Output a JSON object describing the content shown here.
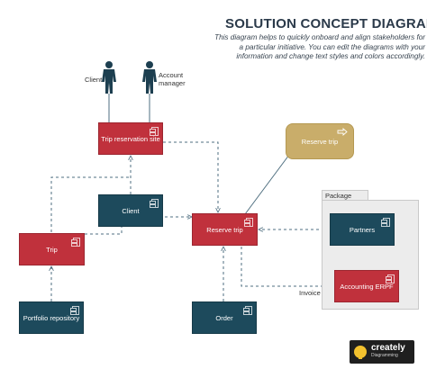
{
  "header": {
    "title": "SOLUTION CONCEPT DIAGRAM",
    "description": "This diagram helps to quickly onboard and align stakeholders for a particular initiative. You can edit the diagrams with your information and change text styles and colors accordingly."
  },
  "actors": {
    "client": "Client",
    "account_manager_line1": "Account",
    "account_manager_line2": "manager"
  },
  "nodes": {
    "trip_reservation_site": "Trip reservation site",
    "reserve_trip_use_case": "Reserve trip",
    "client": "Client",
    "reserve_trip": "Reserve trip",
    "trip": "Trip",
    "portfolio_repository": "Portfolio repository",
    "order": "Order",
    "partners": "Partners",
    "accounting_erpf": "Accounting ERPF"
  },
  "package": {
    "label": "Package Name"
  },
  "edges": {
    "invoice": "Invoice"
  },
  "branding": {
    "name": "creately",
    "tagline": "Diagramming"
  },
  "colors": {
    "red": "#c0313c",
    "navy": "#1d4a5c",
    "gold": "#c9ad6a",
    "connector": "#4f6f80"
  }
}
